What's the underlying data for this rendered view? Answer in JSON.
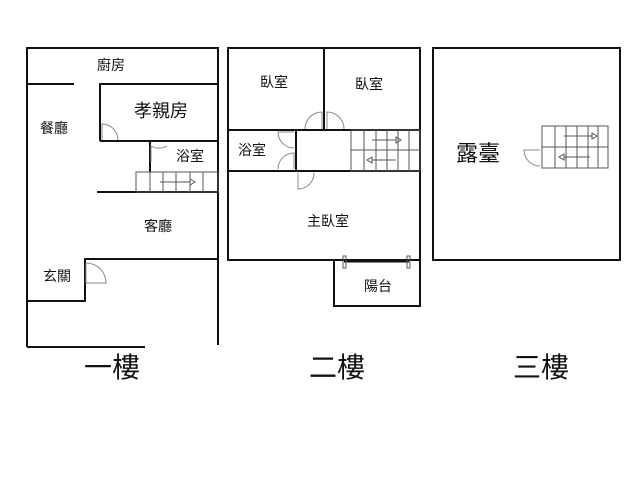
{
  "floor1": {
    "title": "一樓",
    "rooms": {
      "kitchen": "廚房",
      "dining": "餐廳",
      "elder_room": "孝親房",
      "bathroom": "浴室",
      "living": "客廳",
      "entrance": "玄關"
    }
  },
  "floor2": {
    "title": "二樓",
    "rooms": {
      "bedroom_left": "臥室",
      "bedroom_right": "臥室",
      "bathroom": "浴室",
      "master": "主臥室",
      "balcony": "陽台"
    }
  },
  "floor3": {
    "title": "三樓",
    "rooms": {
      "terrace": "露臺"
    }
  }
}
